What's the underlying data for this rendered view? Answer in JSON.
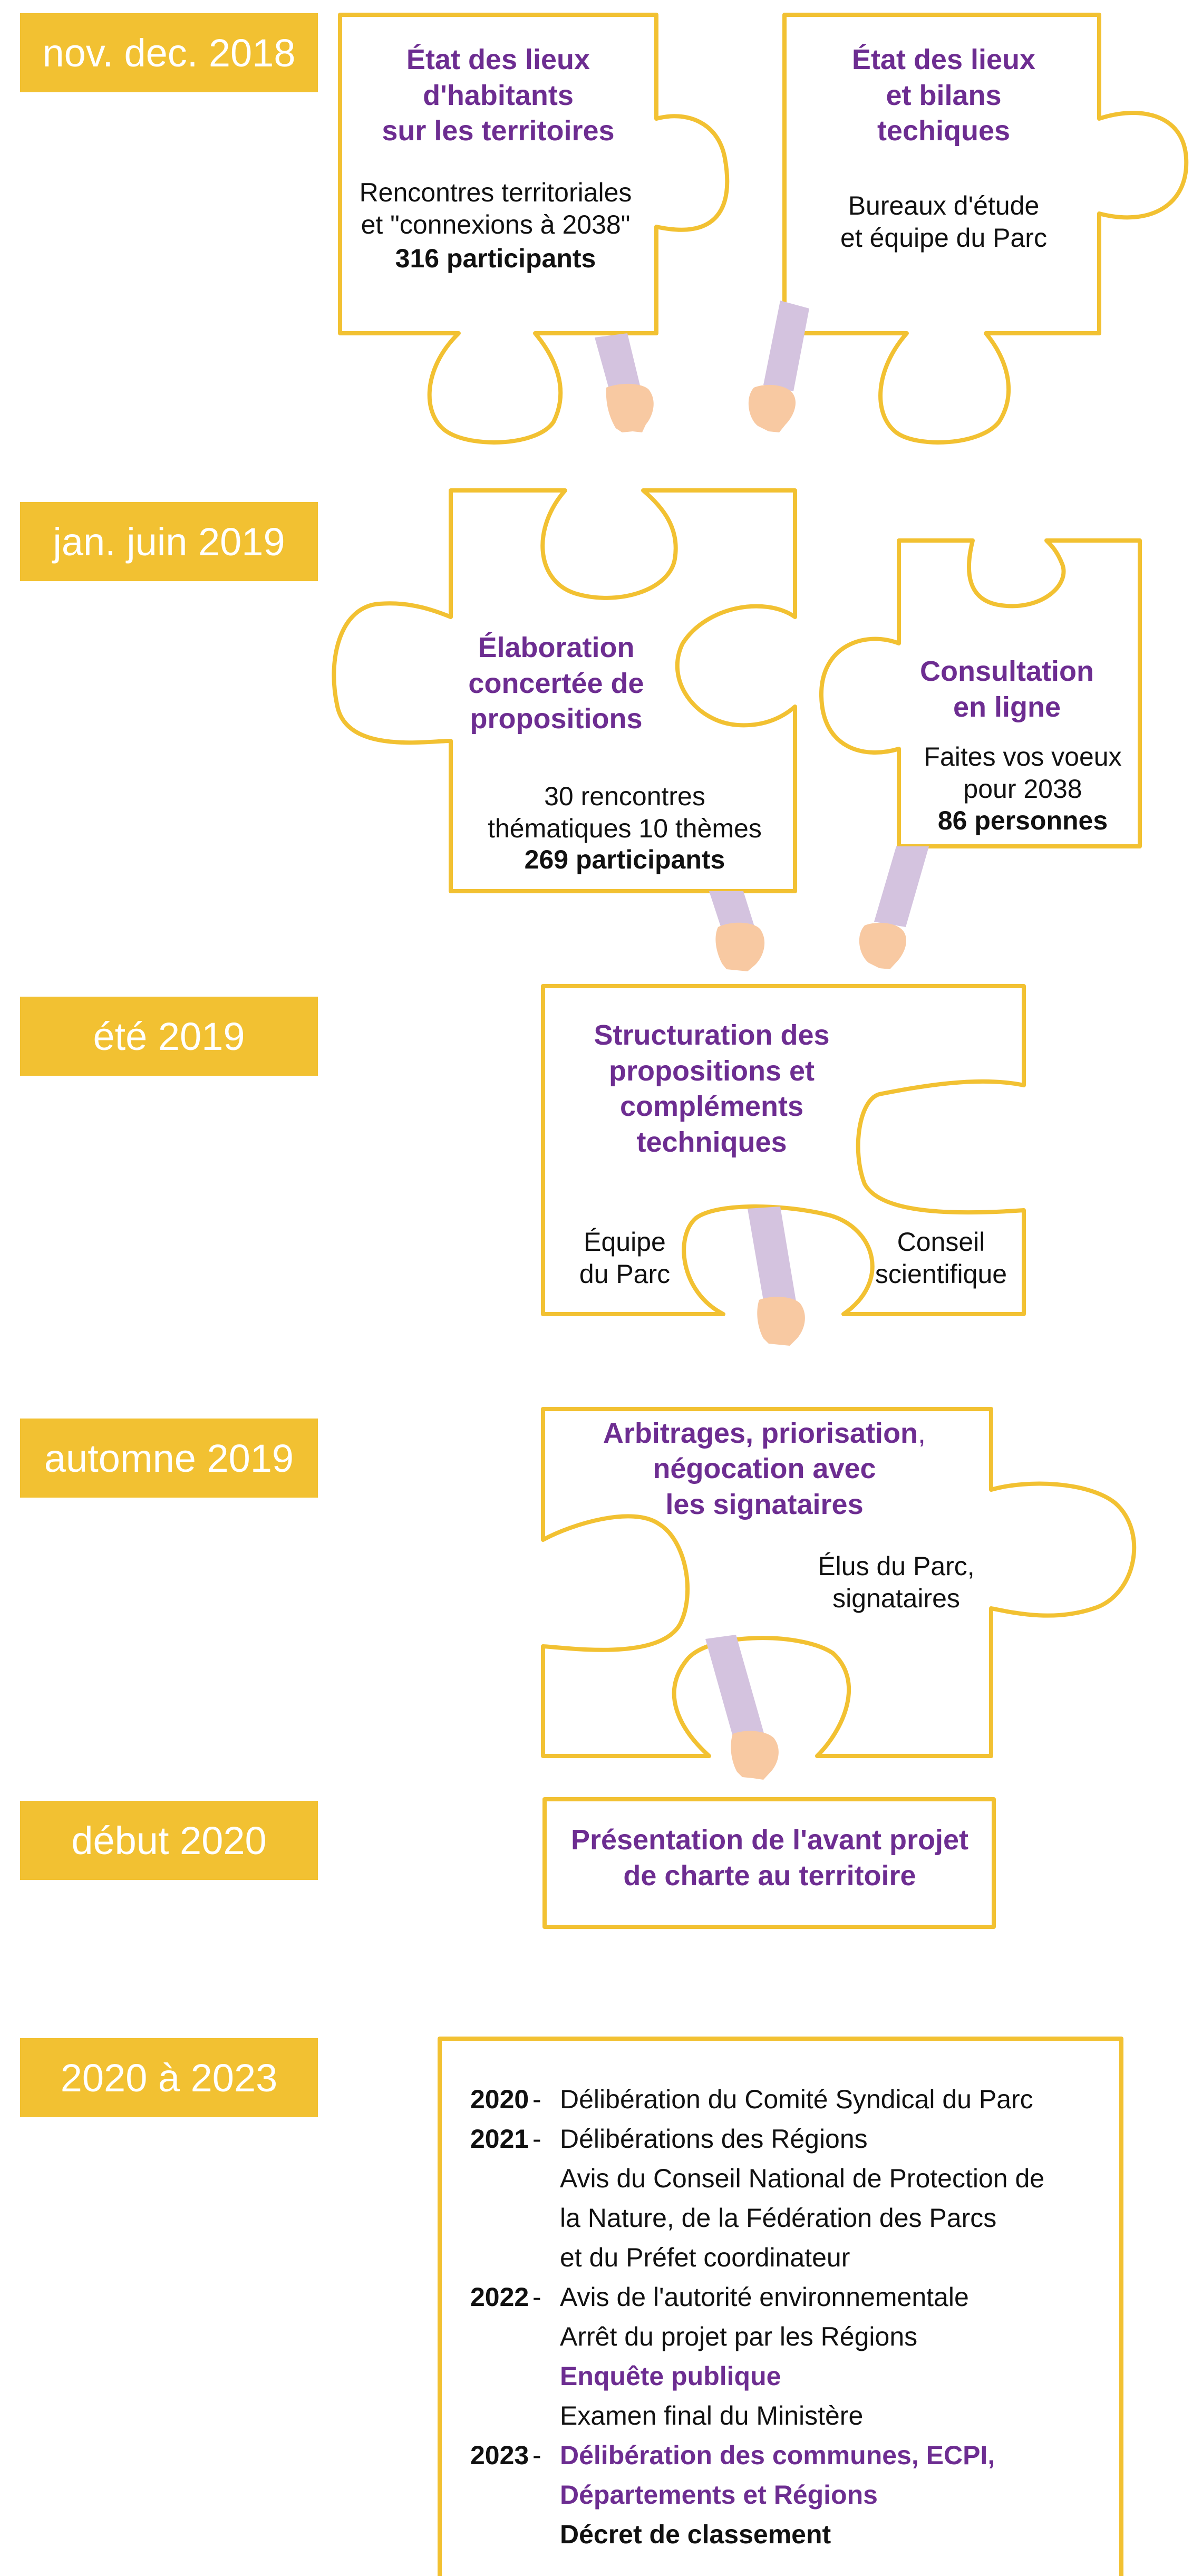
{
  "colors": {
    "accent": "#f2c132",
    "title": "#6d2d91",
    "sleeve": "#d4c3df",
    "hand": "#f8c9a2"
  },
  "timeline": [
    {
      "date": "nov. dec. 2018"
    },
    {
      "date": "jan. juin 2019"
    },
    {
      "date": "été 2019"
    },
    {
      "date": "automne 2019"
    },
    {
      "date": "début 2020"
    },
    {
      "date": "2020 à 2023"
    }
  ],
  "pieces": {
    "habitants": {
      "title": "État des lieux\nd'habitants\nsur les territoires",
      "body": "Rencontres territoriales\net \"connexions à 2038\"",
      "stat": "316 participants"
    },
    "bilans": {
      "title": "État des lieux\net bilans\ntechiques",
      "body": "Bureaux d'étude\net équipe du Parc"
    },
    "elaboration": {
      "title": "Élaboration\nconcertée de\npropositions",
      "body": "30 rencontres\nthématiques 10 thèmes",
      "stat": "269 participants"
    },
    "consultation": {
      "title": "Consultation\nen ligne",
      "body": "Faites vos voeux\npour 2038",
      "stat": "86 personnes"
    },
    "structuration": {
      "title": "Structuration des\npropositions et\ncompléments\ntechniques",
      "left_note": "Équipe\ndu Parc",
      "right_note": "Conseil\nscientifique"
    },
    "arbitrages": {
      "title_main": "Arbitrages, priorisation",
      "title_comma": ",",
      "title_rest": "négocation avec\nles signataires",
      "body": "Élus du Parc,\nsignataires"
    },
    "presentation": {
      "title": "Présentation de l'avant projet\nde charte au territoire"
    }
  },
  "final_steps": {
    "separator": " - ",
    "y2020": {
      "year": "2020",
      "lines": [
        "Délibération du Comité Syndical du Parc"
      ]
    },
    "y2021": {
      "year": "2021",
      "lines": [
        "Délibérations des Régions",
        "Avis du Conseil National de Protection de",
        "la Nature, de la Fédération des Parcs",
        "et du Préfet coordinateur"
      ]
    },
    "y2022": {
      "year": "2022",
      "lines": [
        "Avis de l'autorité environnementale",
        "Arrêt du projet par les Régions",
        "Enquête publique",
        "Examen final du Ministère"
      ]
    },
    "y2023": {
      "year": "2023",
      "lines": [
        "Délibération des communes, ECPI,",
        "Départements et Régions",
        "Décret de classement"
      ]
    }
  }
}
